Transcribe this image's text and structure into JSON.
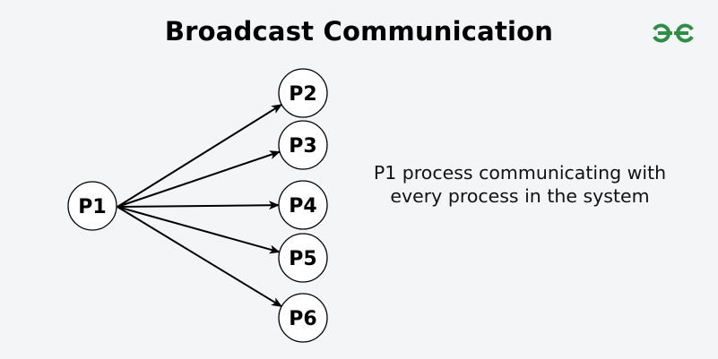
{
  "title": "Broadcast Communication",
  "logo": {
    "icon": "geeksforgeeks-logo-icon",
    "color": "#2f8d46"
  },
  "caption": "P1 process communicating with every process in the system",
  "diagram": {
    "source": {
      "id": "P1",
      "label": "P1"
    },
    "targets": [
      {
        "id": "P2",
        "label": "P2"
      },
      {
        "id": "P3",
        "label": "P3"
      },
      {
        "id": "P4",
        "label": "P4"
      },
      {
        "id": "P5",
        "label": "P5"
      },
      {
        "id": "P6",
        "label": "P6"
      }
    ],
    "edges": [
      {
        "from": "P1",
        "to": "P2"
      },
      {
        "from": "P1",
        "to": "P3"
      },
      {
        "from": "P1",
        "to": "P4"
      },
      {
        "from": "P1",
        "to": "P5"
      },
      {
        "from": "P1",
        "to": "P6"
      }
    ],
    "node_fill": "#ffffff",
    "stroke": "#000000"
  }
}
